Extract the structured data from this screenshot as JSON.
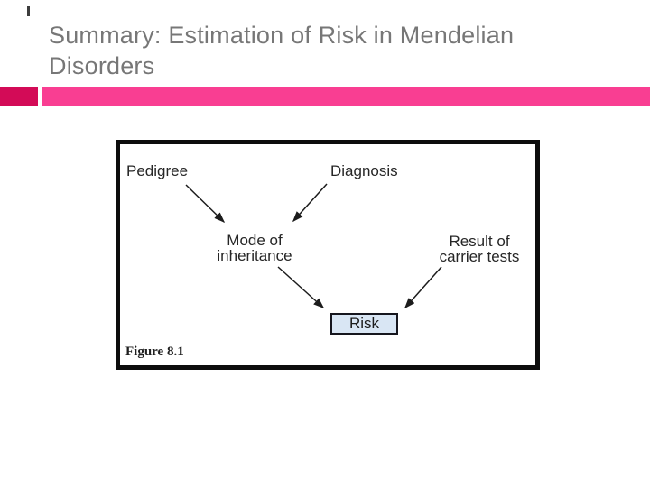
{
  "slide": {
    "title_line1": "Summary: Estimation of Risk in Mendelian",
    "title_line2": "Disorders",
    "title_color": "#777777",
    "accent_bar": {
      "left_segment_color": "#d30b57",
      "main_segment_color": "#f93e92"
    }
  },
  "figure": {
    "labels": {
      "pedigree": "Pedigree",
      "diagnosis": "Diagnosis",
      "mode_line1": "Mode of",
      "mode_line2": "inheritance",
      "result_line1": "Result of",
      "result_line2": "carrier tests",
      "risk": "Risk",
      "caption": "Figure 8.1"
    },
    "risk_box_fill": "#d9e6f4",
    "connections": [
      {
        "from": "Pedigree",
        "to": "Mode of inheritance"
      },
      {
        "from": "Diagnosis",
        "to": "Mode of inheritance"
      },
      {
        "from": "Mode of inheritance",
        "to": "Risk"
      },
      {
        "from": "Result of carrier tests",
        "to": "Risk"
      }
    ]
  }
}
